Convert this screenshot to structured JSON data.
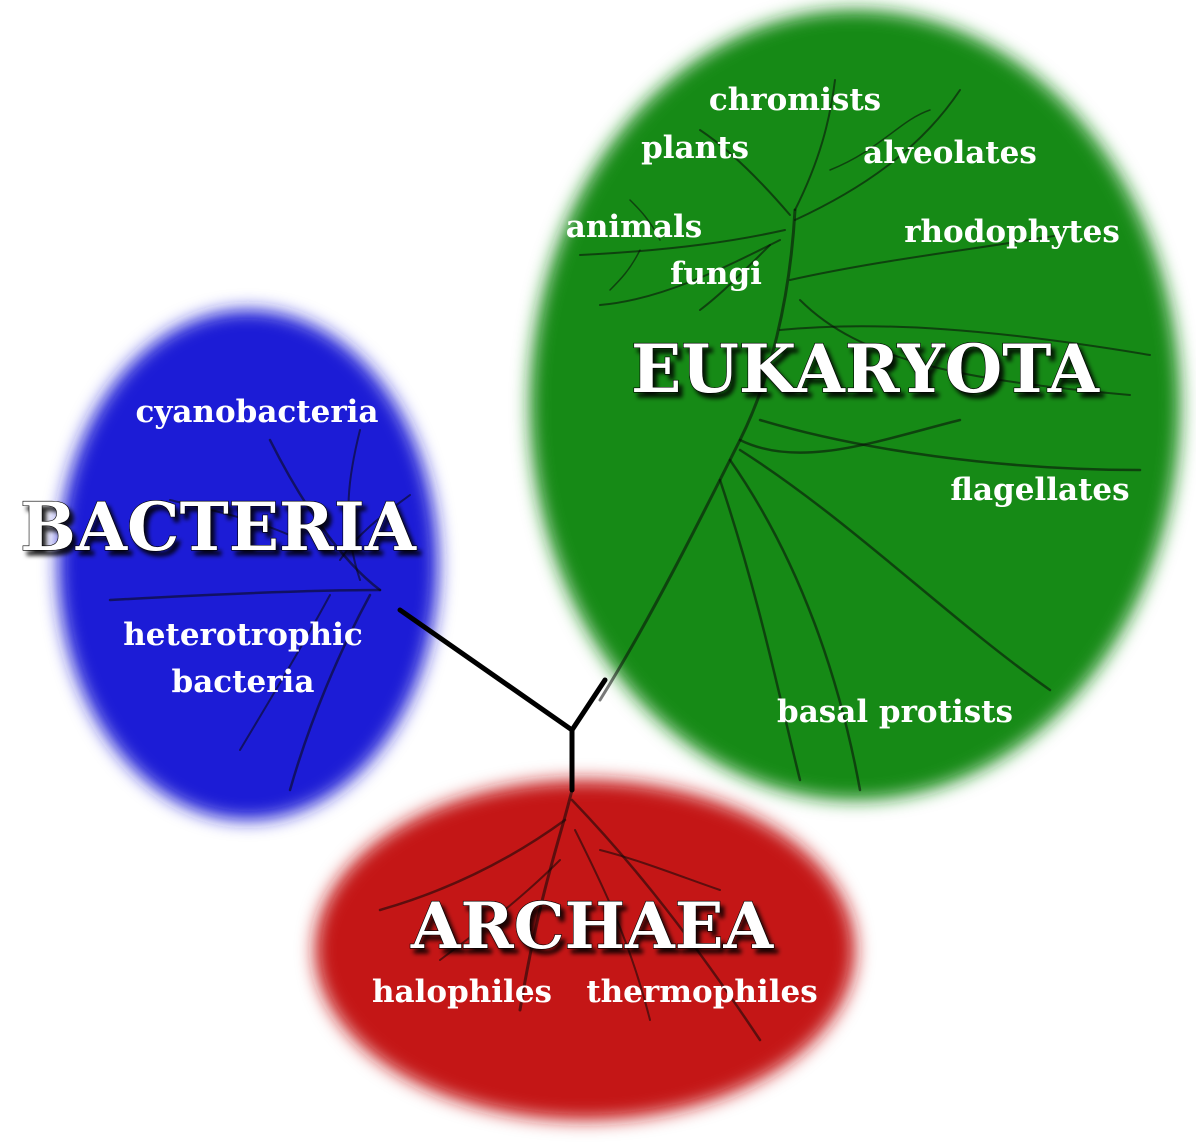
{
  "domains": {
    "bacteria": "BACTERIA",
    "eukaryota": "EUKARYOTA",
    "archaea": "ARCHAEA"
  },
  "groups": {
    "chromists": "chromists",
    "plants": "plants",
    "alveolates": "alveolates",
    "animals": "animals",
    "rhodophytes": "rhodophytes",
    "fungi": "fungi",
    "flagellates": "flagellates",
    "basal_protists": "basal protists",
    "cyanobacteria": "cyanobacteria",
    "heterotrophic": "heterotrophic",
    "bacteria_word": "bacteria",
    "halophiles": "halophiles",
    "thermophiles": "thermophiles"
  },
  "colors": {
    "bacteria": "#1a1ad6",
    "eukaryota": "#128a18",
    "archaea": "#c41414"
  }
}
